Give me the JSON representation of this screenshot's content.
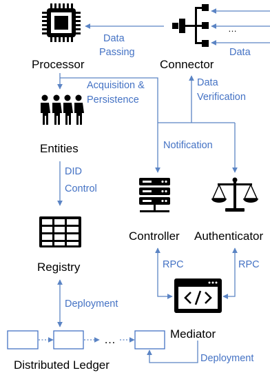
{
  "nodes": {
    "processor": "Processor",
    "connector": "Connector",
    "entities": "Entities",
    "registry": "Registry",
    "controller": "Controller",
    "authenticator": "Authenticator",
    "mediator": "Mediator",
    "ledger": "Distributed Ledger"
  },
  "edges": {
    "data_passing_1": "Data",
    "data_passing_2": "Passing",
    "data": "Data",
    "acq_1": "Acquisition &",
    "acq_2": "Persistence",
    "verif_1": "Data",
    "verif_2": "Verification",
    "notification": "Notification",
    "did_1": "DID",
    "did_2": "Control",
    "rpc_left": "RPC",
    "rpc_right": "RPC",
    "deployment_left": "Deployment",
    "deployment_right": "Deployment"
  },
  "glyphs": {
    "connector_ellipsis": "…",
    "ledger_ellipsis": "…"
  },
  "colors": {
    "accent": "#4472c4",
    "icon": "#000000"
  }
}
